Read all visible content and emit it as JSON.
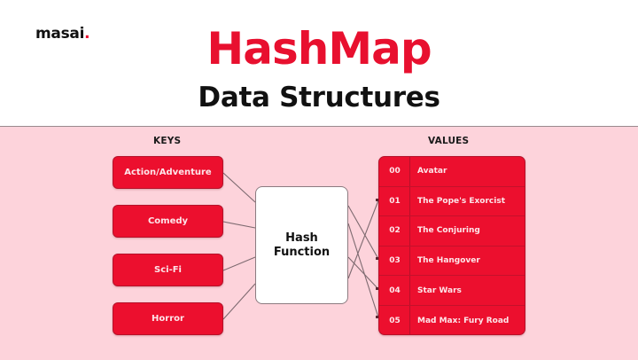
{
  "header": {
    "logo": "masai",
    "logo_dot": ".",
    "title": "HashMap",
    "subtitle": "Data Structures"
  },
  "diagram": {
    "keys_label": "KEYS",
    "values_label": "VALUES",
    "keys": [
      {
        "label": "Action/Adventure"
      },
      {
        "label": "Comedy"
      },
      {
        "label": "Sci-Fi"
      },
      {
        "label": "Horror"
      }
    ],
    "hash_function": {
      "line1": "Hash",
      "line2": "Function"
    },
    "values": [
      {
        "index": "00",
        "value": "Avatar"
      },
      {
        "index": "01",
        "value": "The Pope's Exorcist"
      },
      {
        "index": "02",
        "value": "The Conjuring"
      },
      {
        "index": "03",
        "value": "The Hangover"
      },
      {
        "index": "04",
        "value": "Star Wars"
      },
      {
        "index": "05",
        "value": "Mad Max: Fury Road"
      }
    ],
    "colors": {
      "accent_red": "#ec0f2e",
      "title_red": "#e8102f",
      "panel_pink": "#fdd3db",
      "line_gray": "#7d6a70"
    }
  }
}
